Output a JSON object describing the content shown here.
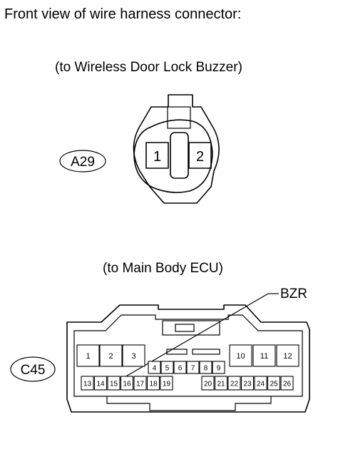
{
  "heading": "Front view of wire harness connector:",
  "connector_a": {
    "caption": "(to Wireless Door Lock Buzzer)",
    "id": "A29",
    "pins": [
      "1",
      "2"
    ]
  },
  "connector_c": {
    "caption": "(to Main Body ECU)",
    "id": "C45",
    "callout": "BZR",
    "top_row": [
      "1",
      "2",
      "3",
      "4",
      "5",
      "6",
      "7",
      "8",
      "9",
      "10",
      "11",
      "12"
    ],
    "bottom_row": [
      "13",
      "14",
      "15",
      "16",
      "17",
      "18",
      "19",
      "20",
      "21",
      "22",
      "23",
      "24",
      "25",
      "26"
    ]
  }
}
